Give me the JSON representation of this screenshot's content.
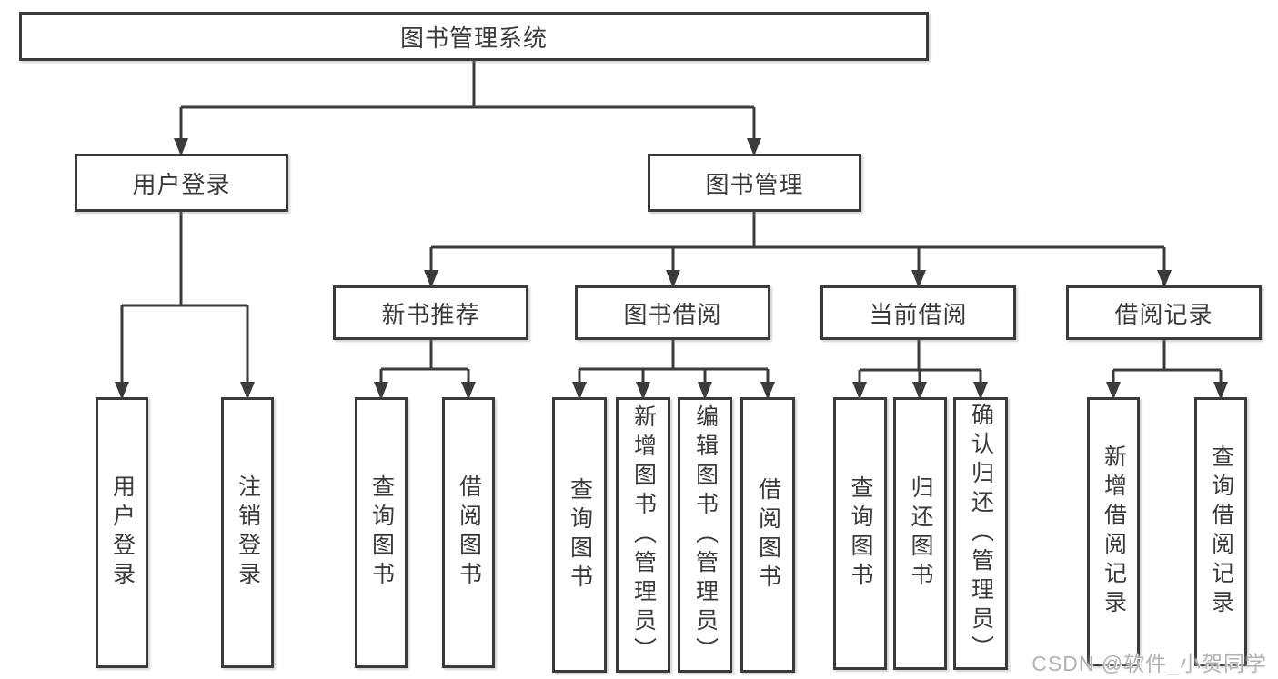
{
  "colors": {
    "line": "#3b3b3b",
    "box_border": "#3b3b3b",
    "box_background": "#ffffff",
    "text": "#3a3a3a",
    "watermark": "#b3b3b3"
  },
  "watermark": {
    "text": "CSDN @软件_小贺同学"
  },
  "tree": {
    "root": {
      "label": "图书管理系统",
      "children": [
        {
          "label": "用户登录",
          "children": [
            {
              "label": "用户登录"
            },
            {
              "label": "注销登录"
            }
          ]
        },
        {
          "label": "图书管理",
          "children": [
            {
              "label": "新书推荐",
              "children": [
                {
                  "label": "查询图书"
                },
                {
                  "label": "借阅图书"
                }
              ]
            },
            {
              "label": "图书借阅",
              "children": [
                {
                  "label": "查询图书"
                },
                {
                  "label": "新增图书（管理员）"
                },
                {
                  "label": "编辑图书（管理员）"
                },
                {
                  "label": "借阅图书"
                }
              ]
            },
            {
              "label": "当前借阅",
              "children": [
                {
                  "label": "查询图书"
                },
                {
                  "label": "归还图书"
                },
                {
                  "label": "确认归还（管理员）"
                }
              ]
            },
            {
              "label": "借阅记录",
              "children": [
                {
                  "label": "新增借阅记录"
                },
                {
                  "label": "查询借阅记录"
                }
              ]
            }
          ]
        }
      ]
    }
  }
}
